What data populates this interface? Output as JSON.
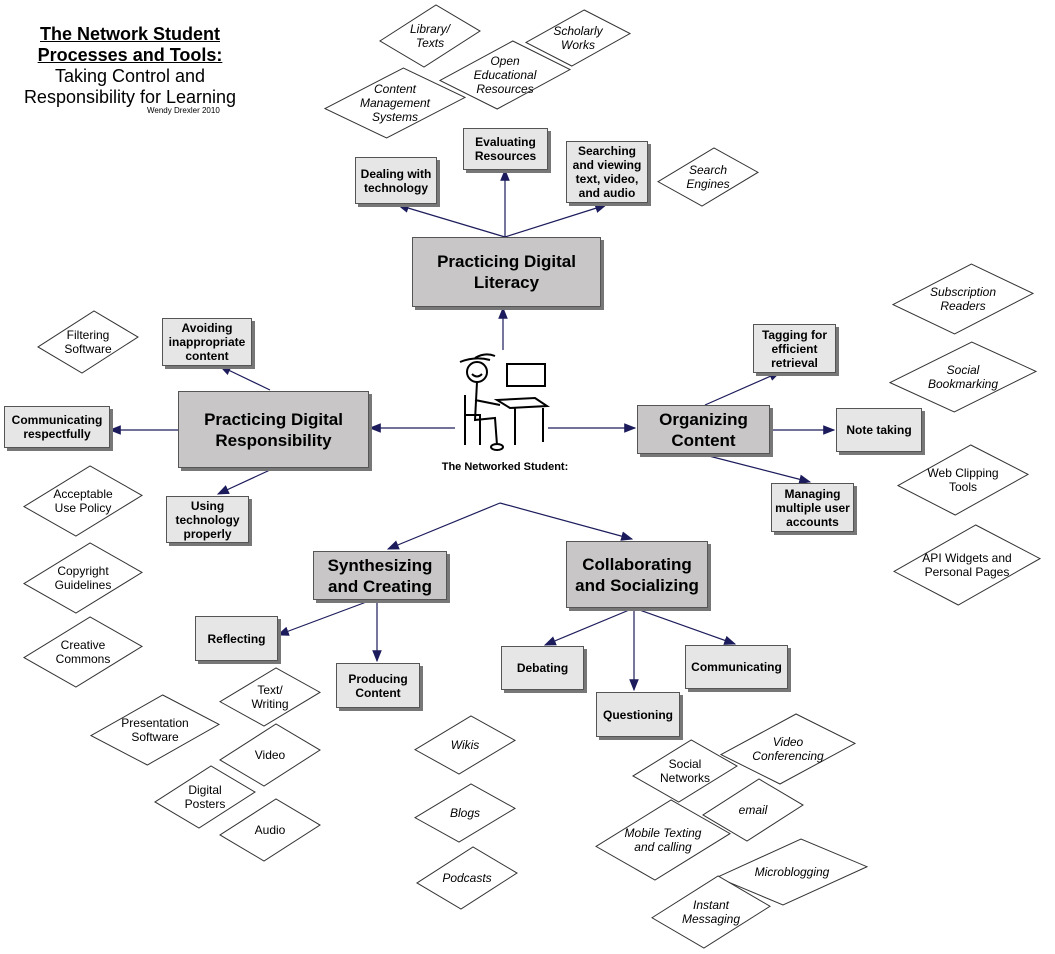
{
  "title": {
    "line1": "The Network Student",
    "line2": "Processes and Tools:",
    "line3": "Taking Control and",
    "line4": "Responsibility for Learning",
    "credit": "Wendy Drexler 2010"
  },
  "center": {
    "label": "The Networked Student:",
    "icon": "student-at-computer-drawing"
  },
  "main_nodes": [
    {
      "label": "Practicing Digital Literacy"
    },
    {
      "label": "Practicing Digital Responsibility"
    },
    {
      "label": "Organizing Content"
    },
    {
      "label": "Synthesizing and Creating"
    },
    {
      "label": "Collaborating and Socializing"
    }
  ],
  "sub_nodes": [
    {
      "label": "Dealing with technology"
    },
    {
      "label": "Evaluating Resources"
    },
    {
      "label": "Searching and viewing text, video, and audio"
    },
    {
      "label": "Avoiding inappropriate content"
    },
    {
      "label": "Communicating respectfully"
    },
    {
      "label": "Using technology properly"
    },
    {
      "label": "Tagging for efficient retrieval"
    },
    {
      "label": "Note taking"
    },
    {
      "label": "Managing multiple user accounts"
    },
    {
      "label": "Reflecting"
    },
    {
      "label": "Producing Content"
    },
    {
      "label": "Debating"
    },
    {
      "label": "Communicating"
    },
    {
      "label": "Questioning"
    }
  ],
  "tools": [
    {
      "label": "Library/ Texts"
    },
    {
      "label": "Scholarly Works"
    },
    {
      "label": "Open Educational Resources"
    },
    {
      "label": "Content Management Systems"
    },
    {
      "label": "Search Engines"
    },
    {
      "label": "Subscription Readers"
    },
    {
      "label": "Social Bookmarking"
    },
    {
      "label": "Web Clipping Tools"
    },
    {
      "label": "API Widgets and Personal Pages"
    },
    {
      "label": "Filtering Software"
    },
    {
      "label": "Acceptable Use Policy"
    },
    {
      "label": "Copyright Guidelines"
    },
    {
      "label": "Creative Commons"
    },
    {
      "label": "Text/ Writing"
    },
    {
      "label": "Presentation Software"
    },
    {
      "label": "Video"
    },
    {
      "label": "Digital Posters"
    },
    {
      "label": "Audio"
    },
    {
      "label": "Wikis"
    },
    {
      "label": "Blogs"
    },
    {
      "label": "Podcasts"
    },
    {
      "label": "Social Networks"
    },
    {
      "label": "Video Conferencing"
    },
    {
      "label": "email"
    },
    {
      "label": "Mobile Texting and calling"
    },
    {
      "label": "Microblogging"
    },
    {
      "label": "Instant Messaging"
    }
  ],
  "colors": {
    "arrow": "#1c1c5c",
    "main_fill": "#c8c6c6",
    "sub_fill": "#e6e6e6"
  }
}
